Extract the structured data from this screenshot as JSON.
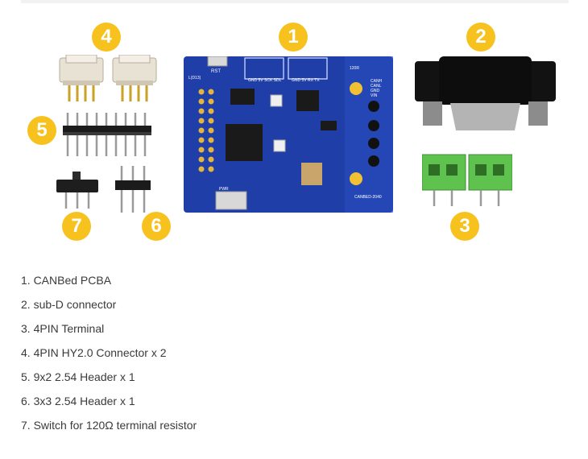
{
  "badges": {
    "b1": "1",
    "b2": "2",
    "b3": "3",
    "b4": "4",
    "b5": "5",
    "b6": "6",
    "b7": "7"
  },
  "colors": {
    "badge": "#f7c21e",
    "pcb": "#1f3ea8",
    "terminal": "#5fc24e"
  },
  "board_labels": {
    "rst": "RST",
    "top_header": "GND 5V SCK SDL",
    "top_header2": "GND 5V RX TX",
    "r120": "120R",
    "canh": "CANH",
    "canl": "CANL",
    "gnd": "GND",
    "vin": "VIN",
    "led": "L(D13)",
    "model": "CANBED-2040",
    "usb": "PWR"
  },
  "items": [
    "1. CANBed PCBA",
    "2. sub-D connector",
    "3. 4PIN Terminal",
    "4. 4PIN HY2.0 Connector x 2",
    "5. 9x2 2.54 Header x 1",
    "6. 3x3 2.54 Header x 1",
    "7. Switch for 120Ω terminal resistor"
  ]
}
